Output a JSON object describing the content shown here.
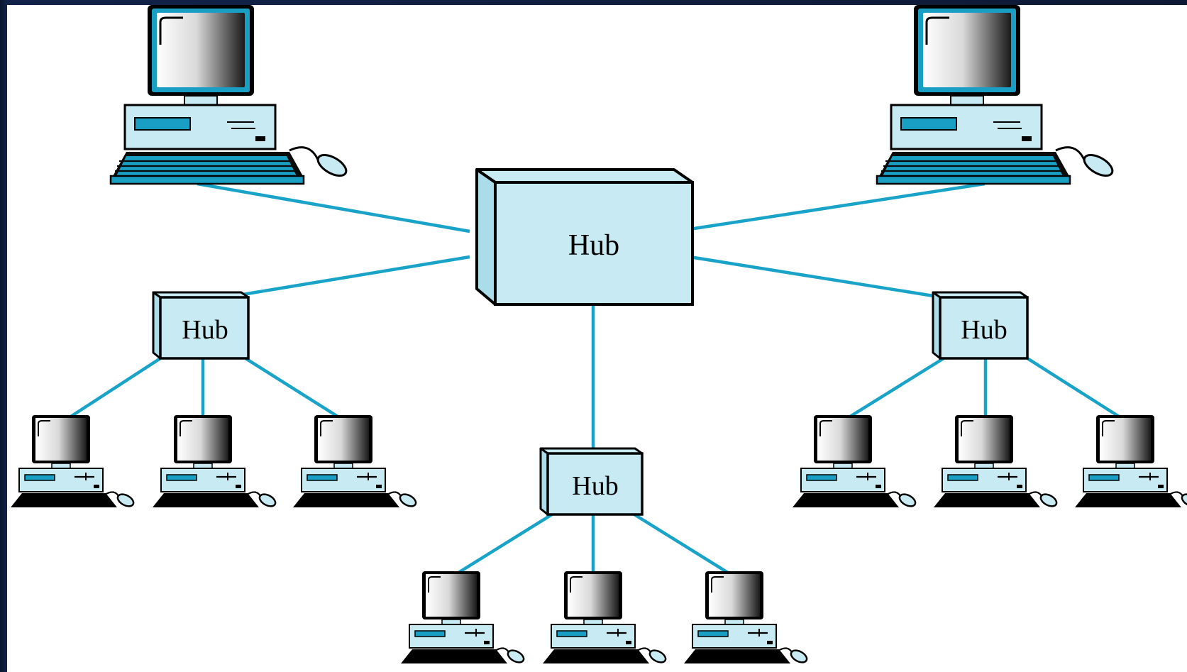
{
  "colors": {
    "cable": "#1aa3c8",
    "hub_fill": "#c8ebf3",
    "pc_fill": "#c8ebf3",
    "accent": "#1a9fc4",
    "outline": "#000000"
  },
  "icons": {
    "computer": "computer-icon",
    "hub": "hub-icon"
  },
  "hubs": {
    "central": {
      "label": "Hub"
    },
    "left": {
      "label": "Hub"
    },
    "bottom": {
      "label": "Hub"
    },
    "right": {
      "label": "Hub"
    }
  }
}
